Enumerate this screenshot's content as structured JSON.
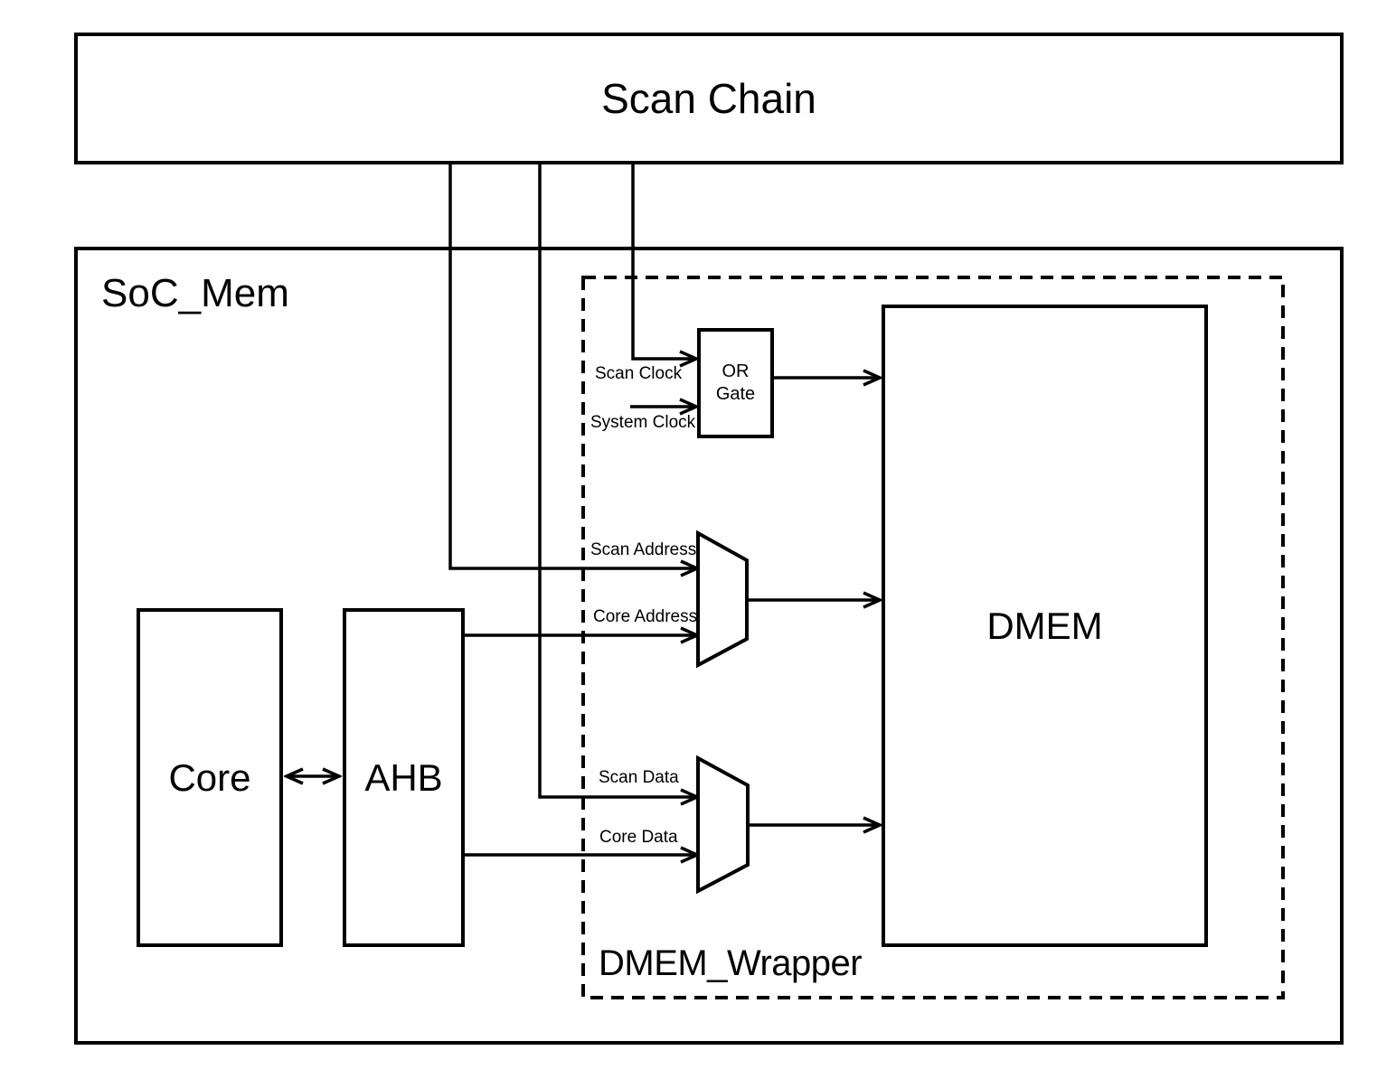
{
  "diagram": {
    "scan_chain": {
      "label": "Scan Chain"
    },
    "soc_mem": {
      "label": "SoC_Mem"
    },
    "dmem_wrapper": {
      "label": "DMEM_Wrapper"
    },
    "core": {
      "label": "Core"
    },
    "ahb": {
      "label": "AHB"
    },
    "dmem": {
      "label": "DMEM"
    },
    "or_gate": {
      "line1": "OR",
      "line2": "Gate"
    },
    "signals": {
      "scan_clock": "Scan Clock",
      "system_clock": "System Clock",
      "scan_address": "Scan Address",
      "core_address": "Core Address",
      "scan_data": "Scan Data",
      "core_data": "Core Data"
    },
    "colors": {
      "line": "#000000",
      "background": "#ffffff"
    }
  }
}
